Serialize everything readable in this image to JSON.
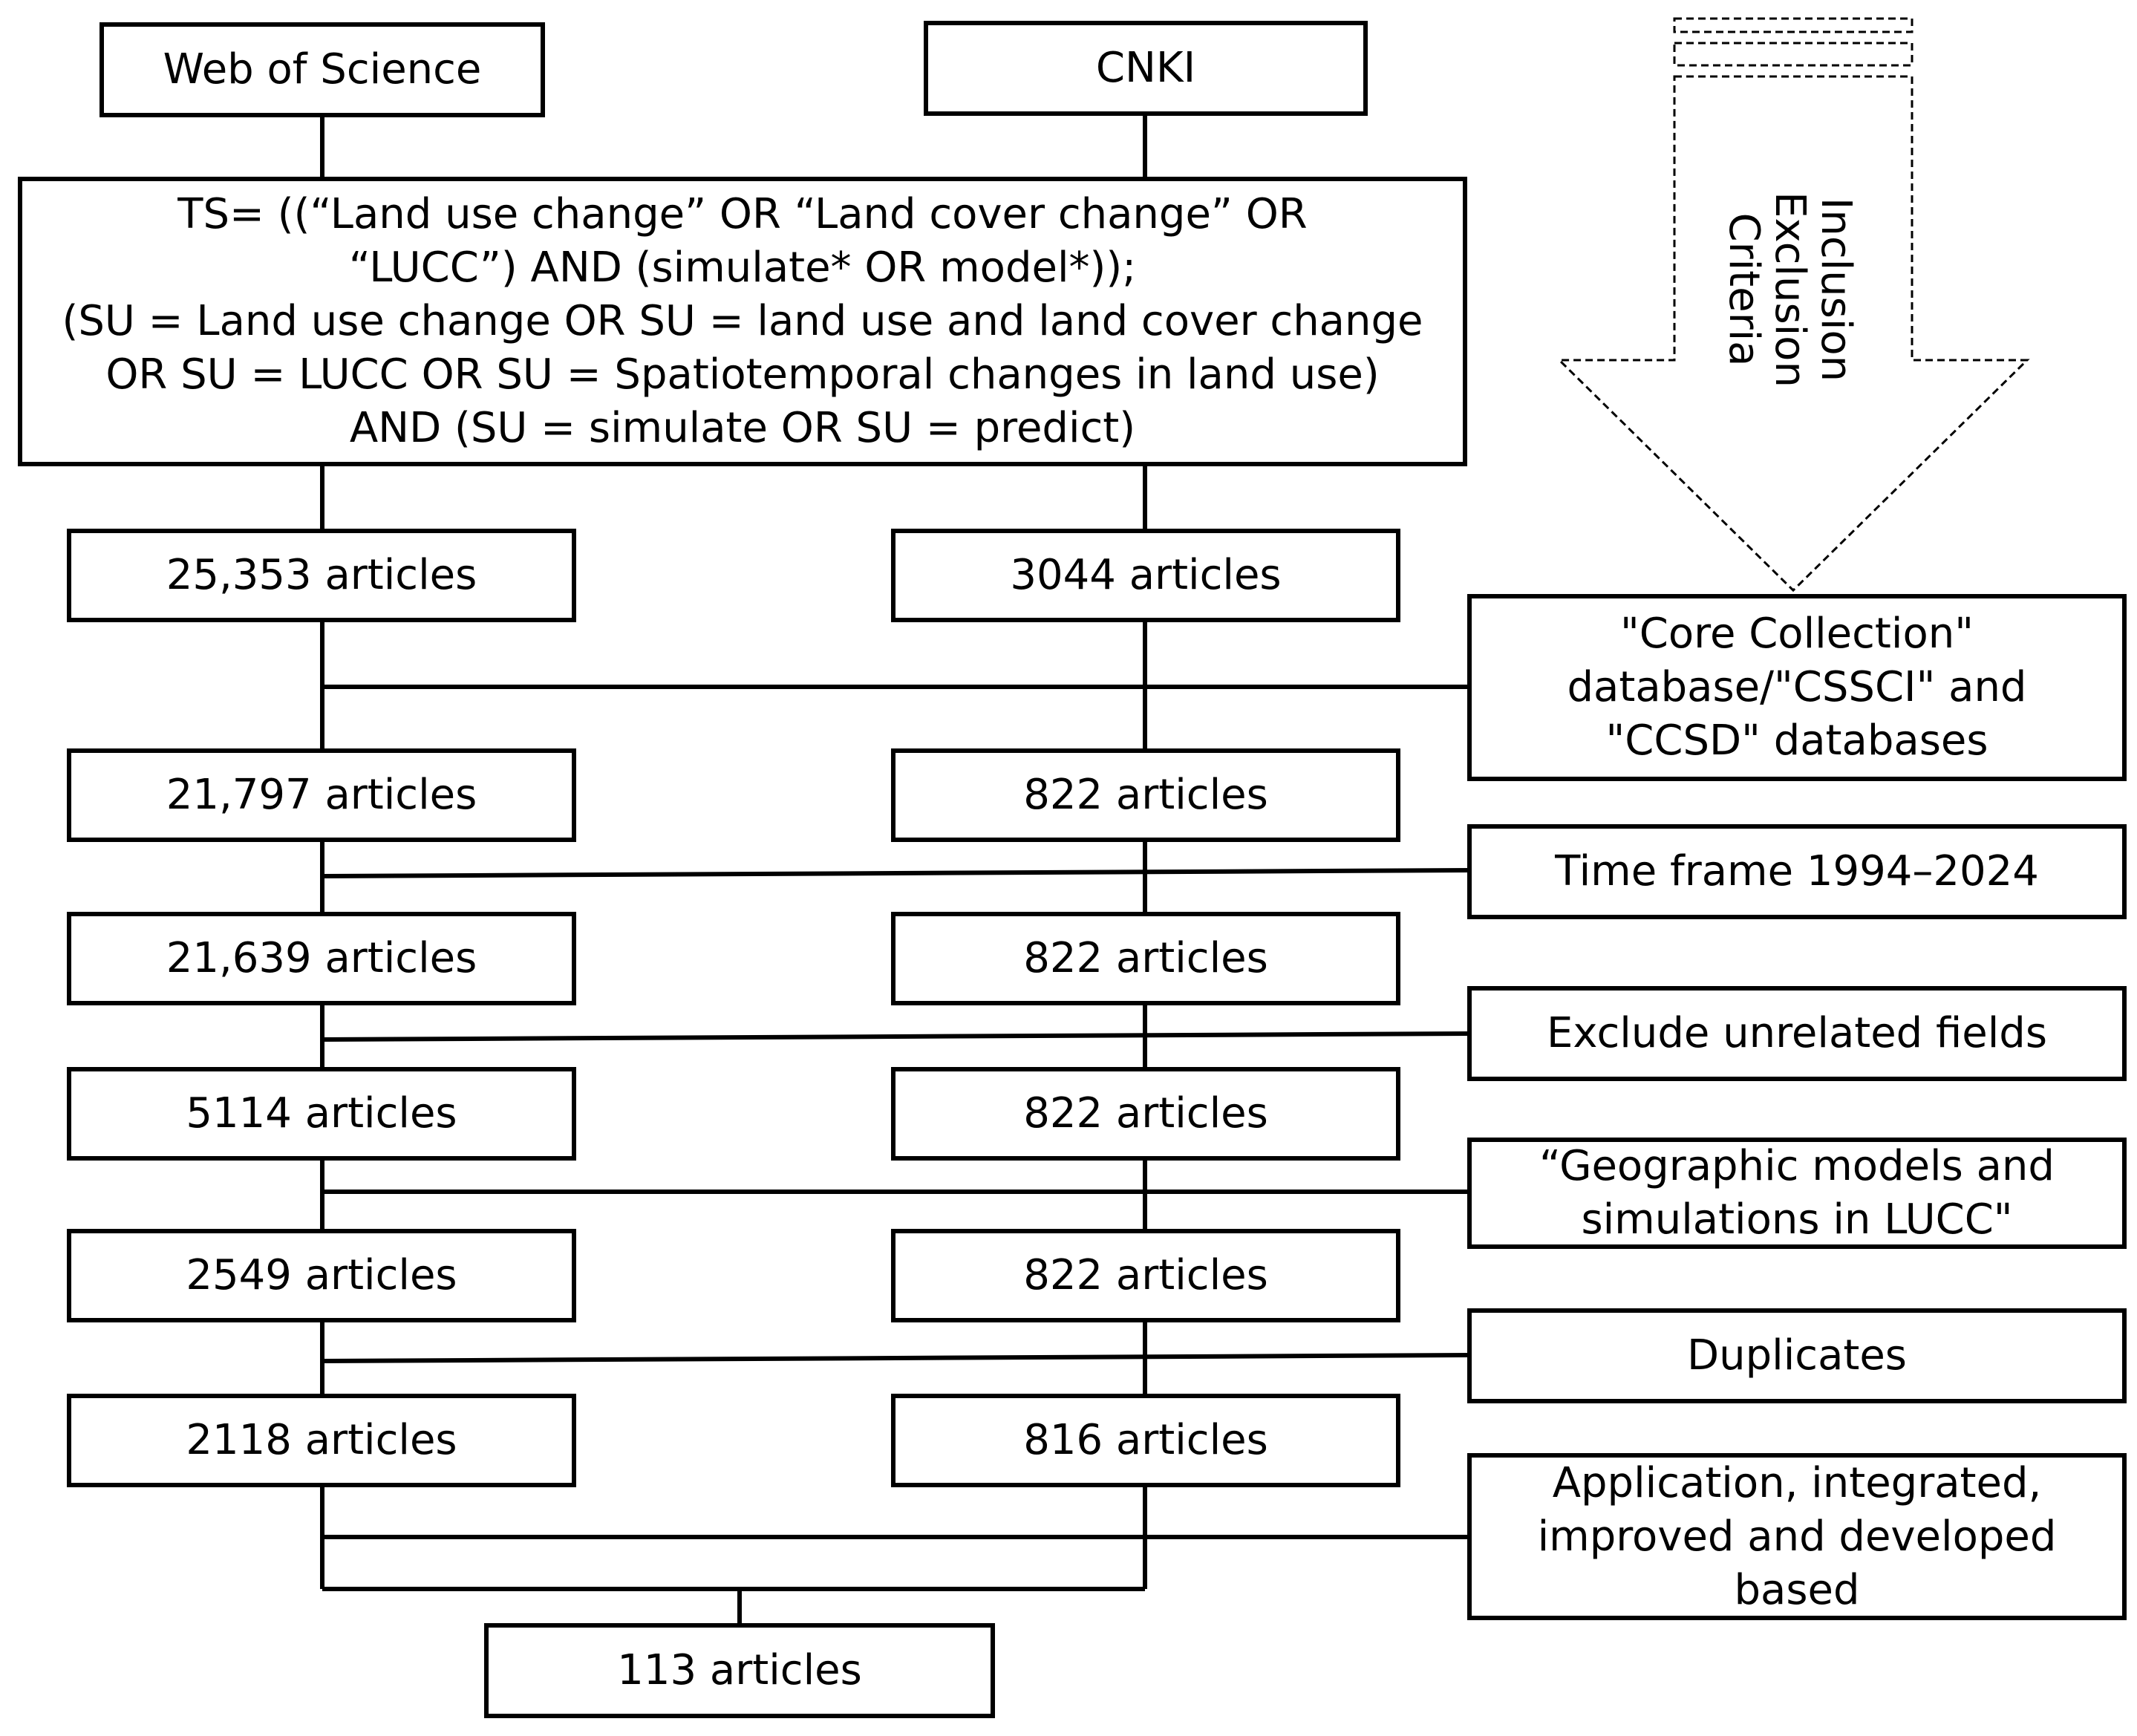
{
  "sources": {
    "wos": "Web of Science",
    "cnki": "CNKI"
  },
  "query": {
    "line1": "TS= ((“Land use change” OR “Land cover change” OR",
    "line2": "“LUCC”) AND (simulate* OR model*));",
    "line3": "(SU = Land use change OR SU = land use and land cover change",
    "line4": "OR SU = LUCC OR SU = Spatiotemporal changes in land use)",
    "line5": "AND (SU = simulate OR SU = predict)"
  },
  "wos_counts": [
    "25,353 articles",
    "21,797 articles",
    "21,639 articles",
    "5114 articles",
    "2549 articles",
    "2118 articles"
  ],
  "cnki_counts": [
    "3044 articles",
    "822 articles",
    "822 articles",
    "822 articles",
    "822 articles",
    "816 articles"
  ],
  "criteria": {
    "c1": {
      "l1": "\"Core Collection\"",
      "l2": "database/\"CSSCI\" and",
      "l3": "\"CCSD\" databases"
    },
    "c2": "Time frame 1994–2024",
    "c3": "Exclude unrelated fields",
    "c4": {
      "l1": "“Geographic models and",
      "l2": "simulations in LUCC\""
    },
    "c5": "Duplicates",
    "c6": {
      "l1": "Application, integrated,",
      "l2": "improved and developed",
      "l3": "based"
    }
  },
  "arrow": {
    "l1": "Inclusion",
    "l2": "Exclusion",
    "l3": "Criteria"
  },
  "final": "113 articles"
}
